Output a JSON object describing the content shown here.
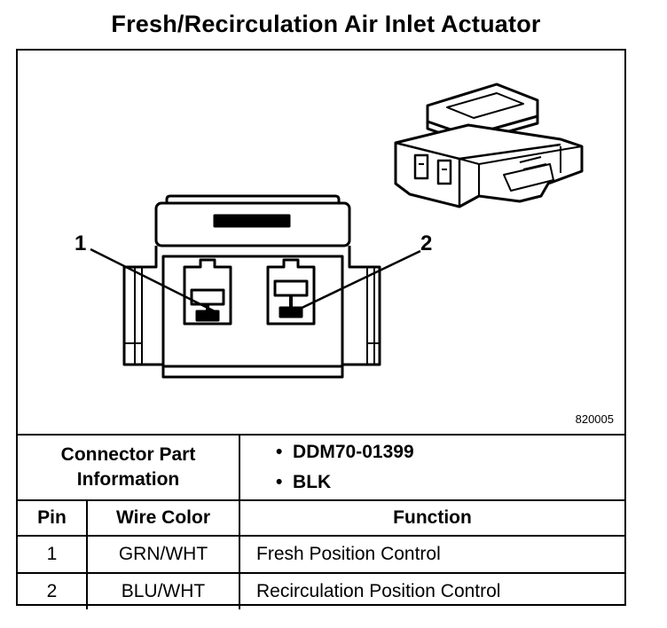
{
  "title": "Fresh/Recirculation Air Inlet Actuator",
  "figure": {
    "pin_callouts": [
      "1",
      "2"
    ],
    "figure_id": "820005"
  },
  "table": {
    "connector_label": "Connector Part Information",
    "connector_info": [
      "DDM70-01399",
      "BLK"
    ],
    "headers": {
      "pin": "Pin",
      "wire_color": "Wire Color",
      "function": "Function"
    },
    "rows": [
      {
        "pin": "1",
        "wire_color": "GRN/WHT",
        "function": "Fresh Position Control"
      },
      {
        "pin": "2",
        "wire_color": "BLU/WHT",
        "function": "Recirculation Position Control"
      }
    ]
  }
}
